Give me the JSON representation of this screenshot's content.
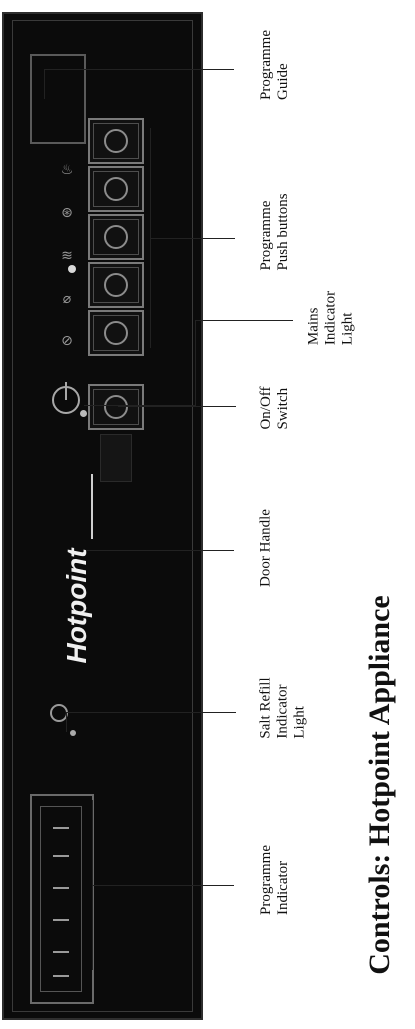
{
  "brand": {
    "logo_text": "Hotpoint"
  },
  "labels": {
    "programme_guide": [
      "Programme",
      "Guide"
    ],
    "push_buttons": [
      "Programme",
      "Push buttons"
    ],
    "mains_light": [
      "Mains",
      "Indicator",
      "Light"
    ],
    "onoff_switch": [
      "On/Off",
      "Switch"
    ],
    "door_handle": [
      "Door Handle"
    ],
    "salt_refill": [
      "Salt Refill",
      "Indicator",
      "Light"
    ],
    "programme_indicator": [
      "Programme",
      "Indicator"
    ]
  },
  "caption": "Controls: Hotpoint Appliance",
  "symbols": [
    "♨",
    "⊛",
    "≋",
    "⌀",
    "⊘"
  ],
  "colors": {
    "panel": "#0b0b0b",
    "line": "#222222",
    "text": "#111111"
  }
}
